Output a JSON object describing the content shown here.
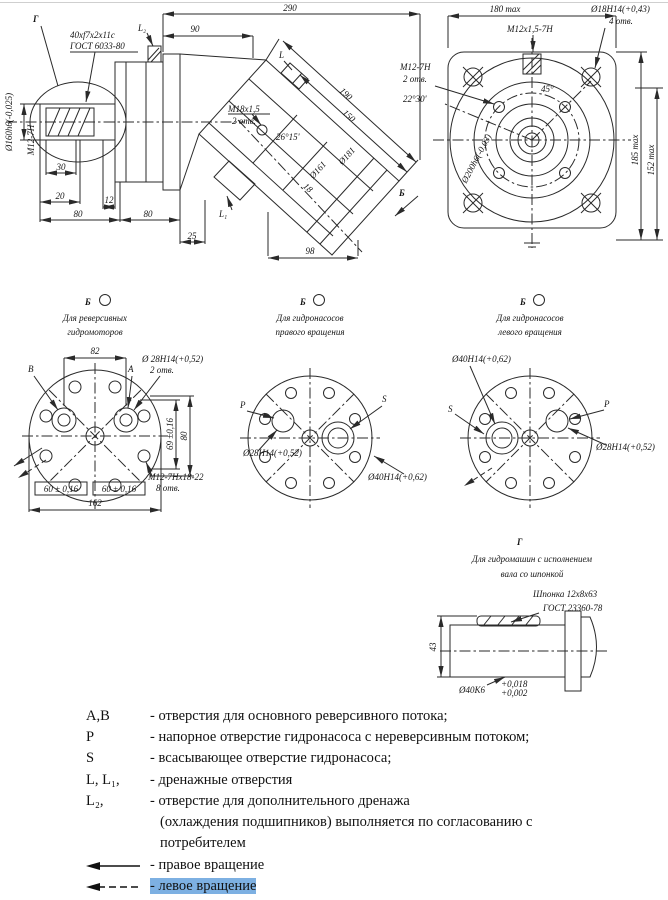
{
  "side": {
    "detail_mark": "Г",
    "spline_line1": "40xf7x2x11c",
    "spline_line2": "ГОСТ 6033-80",
    "l2": "L₂",
    "dim_90": "90",
    "dim_290": "290",
    "dia_160": "Ø160h6(-0,025)",
    "m12": "М12-7Н",
    "dim_30": "30",
    "dim_20": "20",
    "dim_12": "12",
    "dim_80a": "80",
    "dim_80b": "80",
    "dim_25": "25",
    "m18_line1": "М18х1,5",
    "m18_line2": "2 отв.",
    "angle": "26°15'",
    "dim_190": "190",
    "dim_150": "150",
    "l": "L",
    "dia_161": "Ø161",
    "dim_18": "18",
    "dia_181": "Ø181",
    "dim_98": "98",
    "view_mark": "Б",
    "l1": "L₁"
  },
  "front": {
    "dim_180": "180 max",
    "m12x15": "М12х1,5-7Н",
    "dia_18_line1": "Ø18Н14(+0,43)",
    "dia_18_line2": "4 отв.",
    "m12_line1": "М12-7Н",
    "m12_line2": "2 отв.",
    "angle_2230": "22°30'",
    "angle_45": "45°",
    "dia_200": "Ø200h6(-0,03)",
    "dim_185": "185 max",
    "dim_152": "152 max"
  },
  "view_b1": {
    "mark": "Б",
    "title1": "Для реверсивных",
    "title2": "гидромоторов",
    "port_b": "В",
    "port_a": "А",
    "dia_28_line1": "Ø 28Н14(+0,52)",
    "dia_28_line2": "2 отв.",
    "dim_82": "82",
    "dim_69": "69 ±0,16",
    "dim_80": "80",
    "dim_60a": "60 ± 0,16",
    "dim_60b": "60 ± 0,16",
    "dim_162": "162",
    "m12_line1": "М12-7Нх18-22",
    "m12_line2": "8 отв."
  },
  "view_b2": {
    "mark": "Б",
    "title1": "Для гидронасосов",
    "title2": "правого вращения",
    "port_p": "Р",
    "port_s": "S",
    "dia_28": "Ø28Н14(+0,52)",
    "dia_40": "Ø40Н14(+0,62)"
  },
  "view_b3": {
    "mark": "Б",
    "title1": "Для гидронасосов",
    "title2": "левого вращения",
    "dia_40": "Ø40Н14(+0,62)",
    "port_s": "S",
    "port_p": "Р",
    "dia_28": "Ø28Н14(+0,52)"
  },
  "view_g": {
    "mark": "Г",
    "title1": "Для гидромашин с исполнением",
    "title2": "вала со шпонкой",
    "key_line1": "Шпонка 12х8х63",
    "key_line2": "ГОСТ 23360-78",
    "dim_43": "43",
    "dia_40": "Ø40К6",
    "tol_hi": "+0,018",
    "tol_lo": "+0,002"
  },
  "legend": {
    "rows": [
      {
        "term": "А,В",
        "desc": "- отверстия для основного реверсивного потока;"
      },
      {
        "term": "Р",
        "desc": "- напорное отверстие гидронасоса с нереверсивным потоком;"
      },
      {
        "term": "S",
        "desc": "- всасывающее  отверстие гидронасоса;"
      },
      {
        "term": "L, L₁,",
        "desc": "- дренажные отверстия"
      },
      {
        "term": "L₂,",
        "desc": "- отверстие для дополнительного дренажа"
      },
      {
        "term": "",
        "desc": "(охлаждения подшипников) выполняется по согласованию с"
      },
      {
        "term": "",
        "desc": "потребителем"
      }
    ],
    "right_rotation": "- правое вращение",
    "left_rotation": "- левое вращение"
  }
}
